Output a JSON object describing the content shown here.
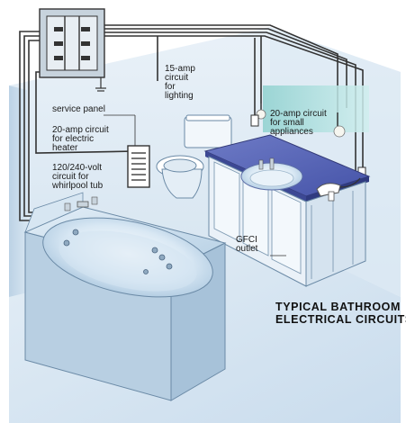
{
  "labels": {
    "service_panel": "service panel",
    "lighting_circuit": [
      "15-amp",
      "circuit",
      "for",
      "lighting"
    ],
    "appliance_circuit": [
      "20-amp circuit",
      "for small",
      "appliances"
    ],
    "heater_circuit": [
      "20-amp circuit",
      "for electric",
      "heater"
    ],
    "tub_circuit": [
      "120/240-volt",
      "circuit for",
      "whirlpool tub"
    ],
    "gfci_outlet": [
      "GFCI",
      "outlet"
    ]
  },
  "title": [
    "TYPICAL BATHROOM",
    "ELECTRICAL CIRCUITS"
  ],
  "colors": {
    "room_fill": "#dbe9f3",
    "wall_shade": "#b9d0e3",
    "tub_fill": "#c8dff0",
    "countertop": "#5866b8",
    "cabinet": "#e6eef6",
    "wire": "#333333"
  },
  "icons": [
    "service-panel-icon",
    "light-fixture-icon",
    "heater-vent-icon",
    "toilet-icon",
    "sink-icon",
    "hair-dryer-icon",
    "whirlpool-jet-icon"
  ]
}
